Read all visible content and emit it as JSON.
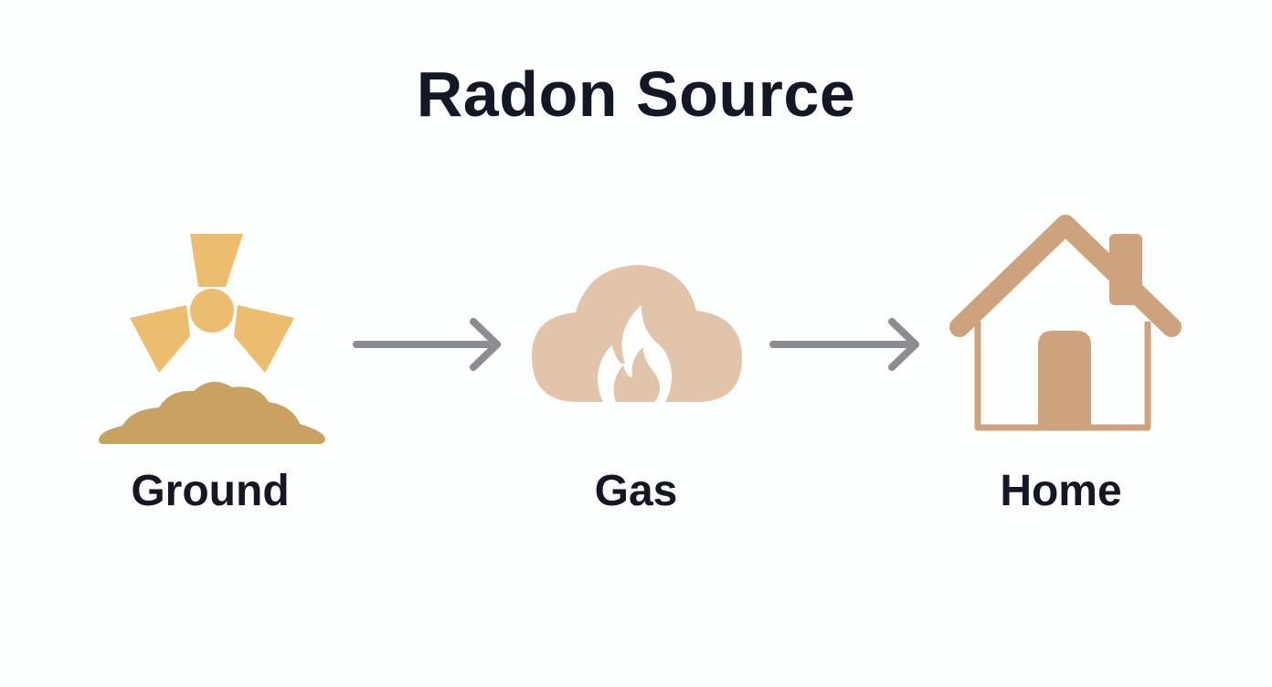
{
  "title": "Radon Source",
  "steps": [
    {
      "label": "Ground",
      "icon": "radiation-ground-icon"
    },
    {
      "label": "Gas",
      "icon": "gas-cloud-flame-icon"
    },
    {
      "label": "Home",
      "icon": "house-icon"
    }
  ],
  "colors": {
    "text": "#141824",
    "radiation": "#ecbd6e",
    "soil": "#c9a262",
    "cloud": "#e2c4ab",
    "house": "#cfa27e",
    "arrow": "#8c8c94"
  }
}
